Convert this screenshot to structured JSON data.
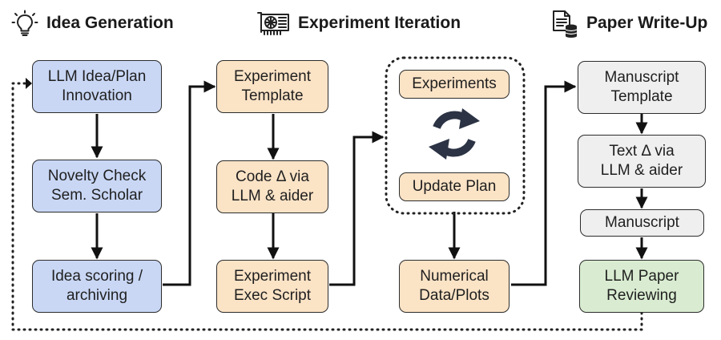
{
  "headers": {
    "idea": "Idea Generation",
    "experiment": "Experiment Iteration",
    "paper": "Paper Write-Up"
  },
  "icons": {
    "idea": "lightbulb-icon",
    "experiment": "gpu-card-icon",
    "paper": "document-database-icon",
    "loop": "cycle-arrows-icon"
  },
  "idea_column": {
    "llm_idea": "LLM Idea/Plan\nInnovation",
    "novelty": "Novelty Check\nSem. Scholar",
    "scoring": "Idea scoring /\narchiving"
  },
  "experiment_column": {
    "template": "Experiment\nTemplate",
    "code_delta": "Code Δ via\nLLM & aider",
    "exec_script": "Experiment\nExec Script"
  },
  "iteration_column": {
    "experiments": "Experiments",
    "update_plan": "Update Plan",
    "numerical": "Numerical\nData/Plots"
  },
  "paper_column": {
    "manuscript_template": "Manuscript\nTemplate",
    "text_delta": "Text Δ via\nLLM & aider",
    "manuscript": "Manuscript",
    "reviewing": "LLM Paper\nReviewing"
  },
  "colors": {
    "idea_box": "#c9d7f5",
    "experiment_box": "#fbe3c6",
    "paper_box": "#efefef",
    "review_box": "#d9ecd1",
    "loop_icon": "#2b3344"
  }
}
